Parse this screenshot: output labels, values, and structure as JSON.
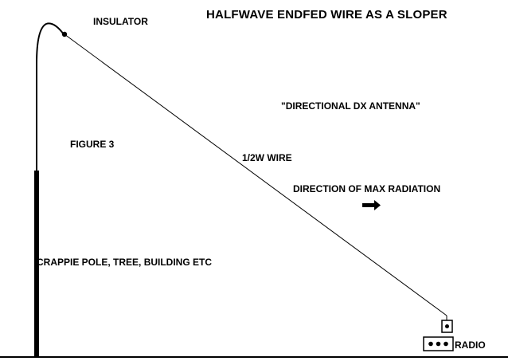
{
  "diagram": {
    "title": "HALFWAVE ENDFED WIRE AS A SLOPER",
    "labels": {
      "insulator": "INSULATOR",
      "directional": "\"DIRECTIONAL DX ANTENNA\"",
      "figure": "FIGURE 3",
      "wire": "1/2W WIRE",
      "max_radiation": "DIRECTION OF MAX RADIATION",
      "support": "CRAPPIE POLE, TREE, BUILDING ETC",
      "radio": "RADIO"
    },
    "colors": {
      "background": "#ffffff",
      "ink": "#000000"
    }
  }
}
